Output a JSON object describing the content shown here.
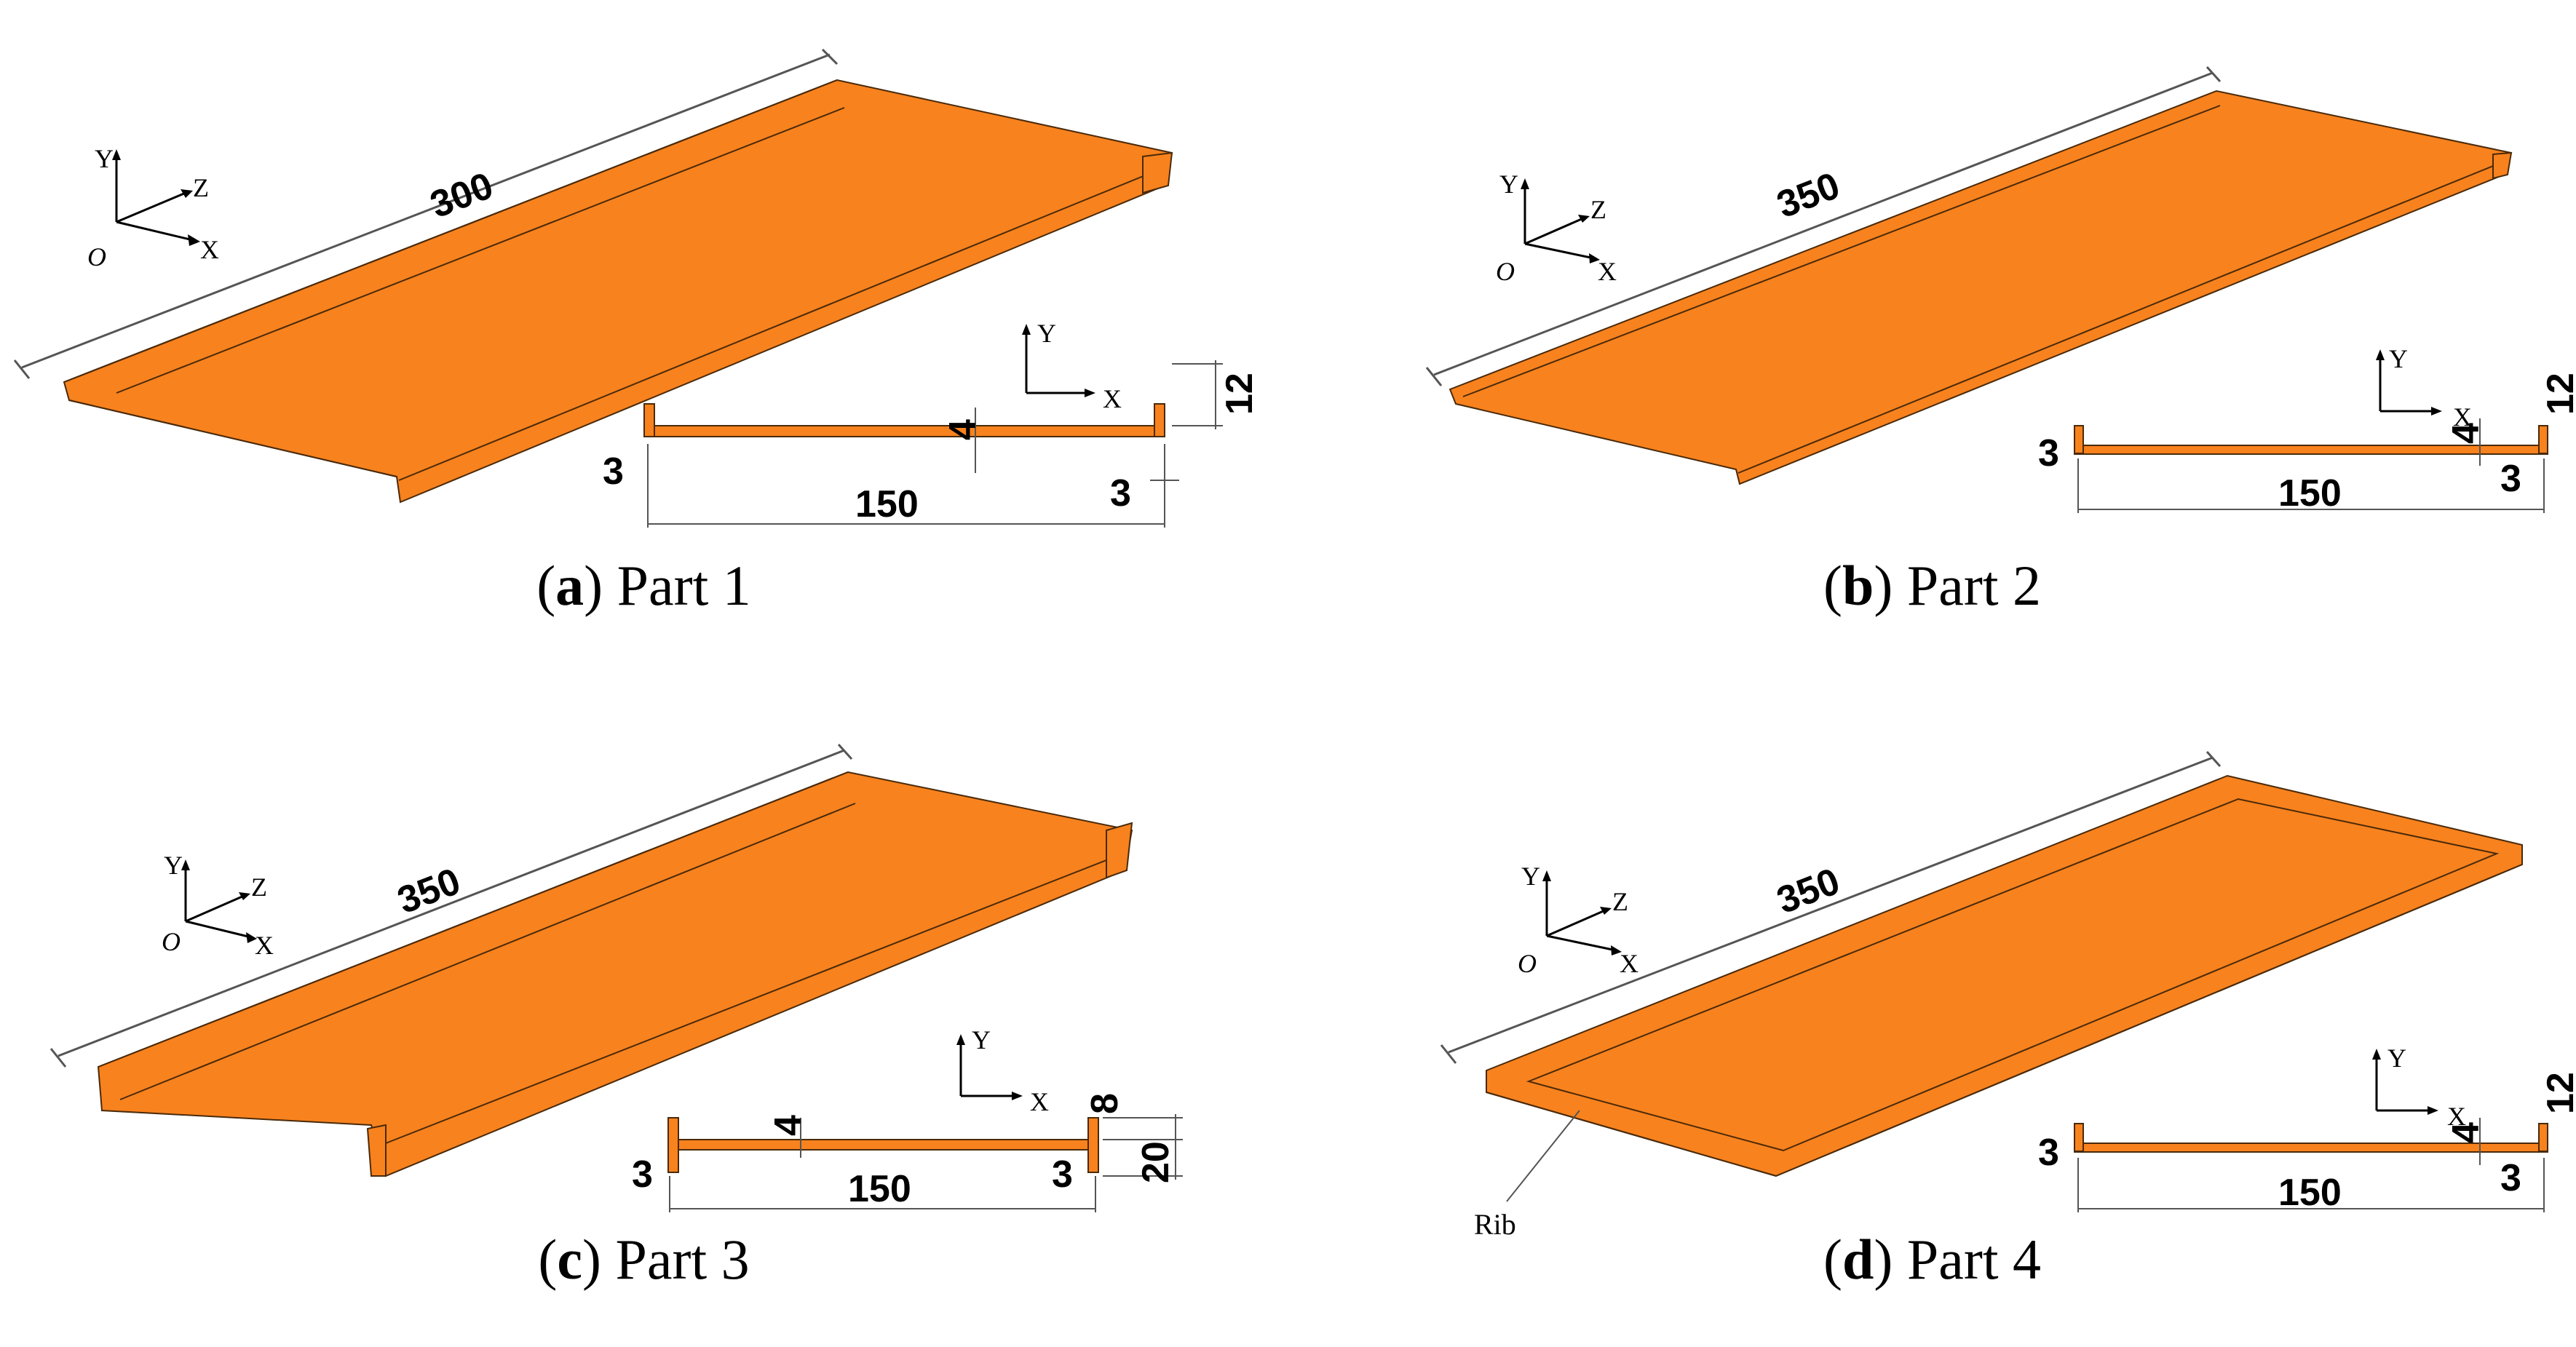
{
  "colors": {
    "part": "#F8821E",
    "part_edge": "#4a2a0a",
    "dim_line": "#555555",
    "text": "#000000"
  },
  "panels": [
    {
      "id": "a",
      "letter": "a",
      "title": "Part 1",
      "length": "300",
      "section": {
        "height": "12",
        "thickness": "4",
        "width": "150",
        "wall_left": "3",
        "wall_right": "3"
      },
      "axes": {
        "x": "X",
        "y": "Y",
        "z": "Z",
        "origin": "O"
      }
    },
    {
      "id": "b",
      "letter": "b",
      "title": "Part 2",
      "length": "350",
      "section": {
        "height": "12",
        "thickness": "4",
        "width": "150",
        "wall_left": "3",
        "wall_right": "3"
      },
      "axes": {
        "x": "X",
        "y": "Y",
        "z": "Z",
        "origin": "O"
      }
    },
    {
      "id": "c",
      "letter": "c",
      "title": "Part 3",
      "length": "350",
      "section": {
        "height_top": "8",
        "height": "20",
        "thickness": "4",
        "width": "150",
        "wall_left": "3",
        "wall_right": "3"
      },
      "axes": {
        "x": "X",
        "y": "Y",
        "z": "Z",
        "origin": "O"
      }
    },
    {
      "id": "d",
      "letter": "d",
      "title": "Part 4",
      "length": "350",
      "rib_label": "Rib",
      "section": {
        "height": "12",
        "thickness": "4",
        "width": "150",
        "wall_left": "3",
        "wall_right": "3"
      },
      "axes": {
        "x": "X",
        "y": "Y",
        "z": "Z",
        "origin": "O"
      }
    }
  ]
}
